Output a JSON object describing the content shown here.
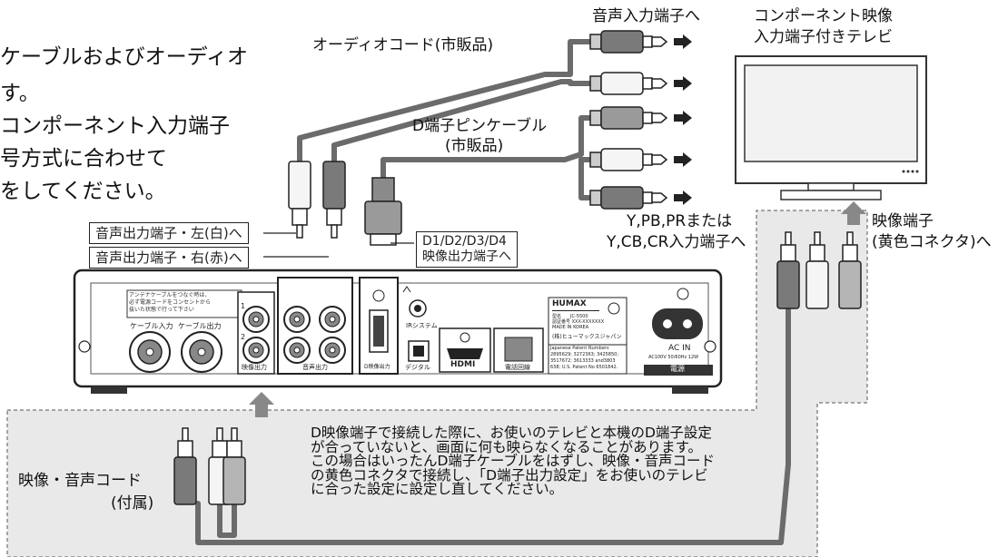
{
  "intro_lines": [
    "ケーブルおよびオーディオ",
    "す。",
    "コンポーネント入力端子",
    "号方式に合わせて",
    "をしてください。"
  ],
  "labels": {
    "audio_cord": "オーディオコード(市販品)",
    "audio_in": "音声入力端子へ",
    "tv_title_1": "コンポーネント映像",
    "tv_title_2": "入力端子付きテレビ",
    "d_cable_1": "D端子ピンケーブル",
    "d_cable_2": "(市販品)",
    "ypbpr_1": "Y,PB,PRまたは",
    "ypbpr_2": "Y,CB,CR入力端子へ",
    "video_term_1": "映像端子",
    "video_term_2": "(黄色コネクタ)へ",
    "audio_out_left": "音声出力端子・左(白)へ",
    "audio_out_right": "音声出力端子・右(赤)へ",
    "d_out_1": "D1/D2/D3/D4",
    "d_out_2": "映像出力端子へ",
    "av_cord_1": "映像・音声コード",
    "av_cord_2": "(付属)"
  },
  "device": {
    "antenna_note": [
      "アンテナケーブルをつなぐ時は、",
      "必ず電源コードをコンセントから",
      "抜いた状態で行って下さい"
    ],
    "cable_in": "ケーブル入力",
    "cable_out": "ケーブル出力",
    "video_out": "映像出力",
    "audio_out": "音声出力",
    "d_terminal": "D映像出力",
    "ir_system": "IRシステム",
    "digital": "デジタル",
    "hdmi": "HDMI",
    "phone_line": "電話回線",
    "brand": "HUMAX",
    "company": "(株)ヒューマックスジャパン",
    "patent_lines": [
      "Japanese Patent Numbers",
      "2895629; 3272363; 3425850;",
      "3517672; 3613333 and3803",
      "638; U.S. Patent No 6501842."
    ],
    "model_lines": [
      "型名　　JC-5500",
      "認証番号 XXX-XXXXXXX",
      "MADE IN KOREA"
    ],
    "ac_in": "AC IN",
    "power_spec": "AC100V 50/60Hz 12W",
    "power": "電源",
    "port_num_1": "1",
    "port_num_2": "2"
  },
  "note_lines": [
    "D映像端子で接続した際に、お使いのテレビと本機のD端子設定",
    "が合っていないと、画面に何も映らなくなることがあります。",
    "この場合はいったんD端子ケーブルをはずし、映像・音声コード",
    "の黄色コネクタで接続し、「D端子出力設定」をお使いのテレビ",
    "に合った設定に設定し直してください。"
  ],
  "colors": {
    "cable": "#6b6b6b",
    "dashed_region": "#e6e6e6",
    "arrow": "#888888",
    "red_plug": "#7a7a7a",
    "white_plug": "#f5f5f5",
    "yellow_plug": "#b5b5b5"
  }
}
